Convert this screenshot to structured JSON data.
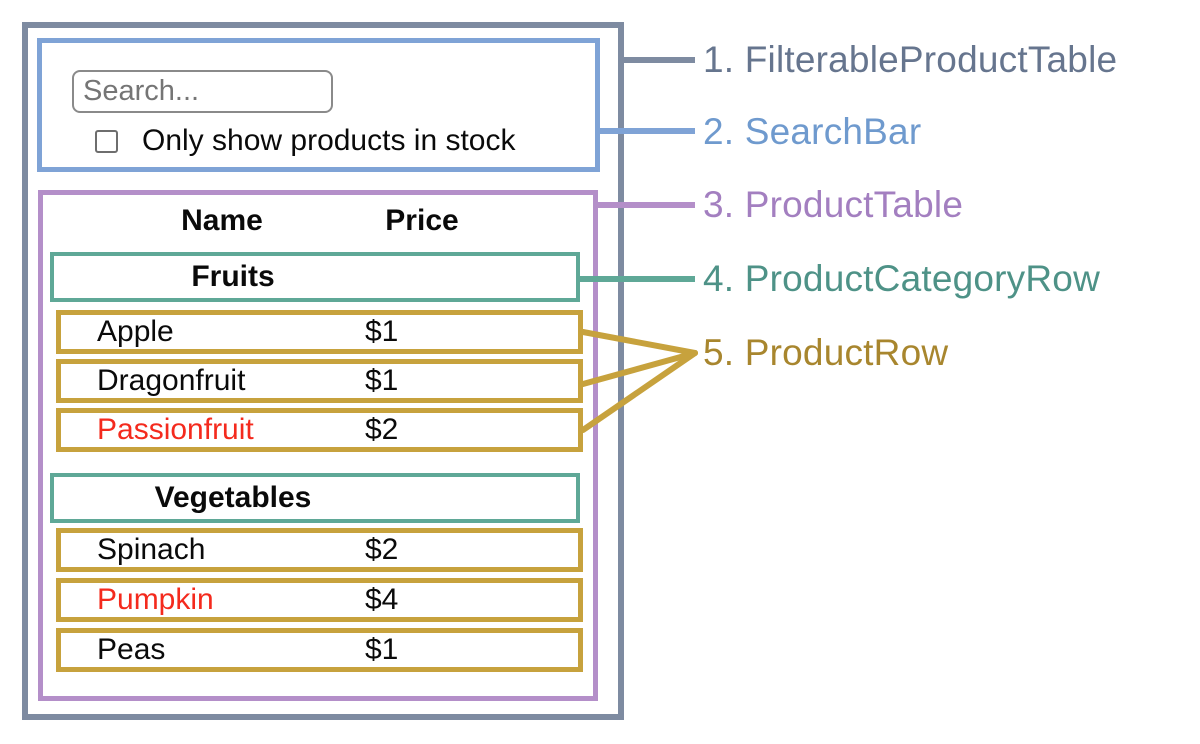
{
  "palette": {
    "filterable_product_table_border": "#7e8ba1",
    "search_bar_border": "#7fa3d6",
    "product_table_border": "#b48fc9",
    "product_category_row_border": "#5fa897",
    "product_row_border": "#c7a23d",
    "out_of_stock_text": "#f42a1d",
    "table_text": "#0a0a0a"
  },
  "legend": {
    "items": [
      {
        "text": "1. FilterableProductTable",
        "color": "#66758e"
      },
      {
        "text": "2. SearchBar",
        "color": "#6f9ace"
      },
      {
        "text": "3. ProductTable",
        "color": "#a37fc0"
      },
      {
        "text": "4. ProductCategoryRow",
        "color": "#4e9287"
      },
      {
        "text": "5. ProductRow",
        "color": "#a8862e"
      }
    ]
  },
  "app": {
    "search": {
      "placeholder": "Search...",
      "value": ""
    },
    "stock_filter": {
      "label": "Only show products in stock",
      "checked": false
    },
    "table": {
      "headers": {
        "name": "Name",
        "price": "Price"
      },
      "categories": [
        {
          "label": "Fruits",
          "products": [
            {
              "name": "Apple",
              "price": "$1"
            },
            {
              "name": "Dragonfruit",
              "price": "$1"
            },
            {
              "name": "Passionfruit",
              "price": "$2"
            }
          ]
        },
        {
          "label": "Vegetables",
          "products": [
            {
              "name": "Spinach",
              "price": "$2"
            },
            {
              "name": "Pumpkin",
              "price": "$4"
            },
            {
              "name": "Peas",
              "price": "$1"
            }
          ]
        }
      ]
    }
  }
}
